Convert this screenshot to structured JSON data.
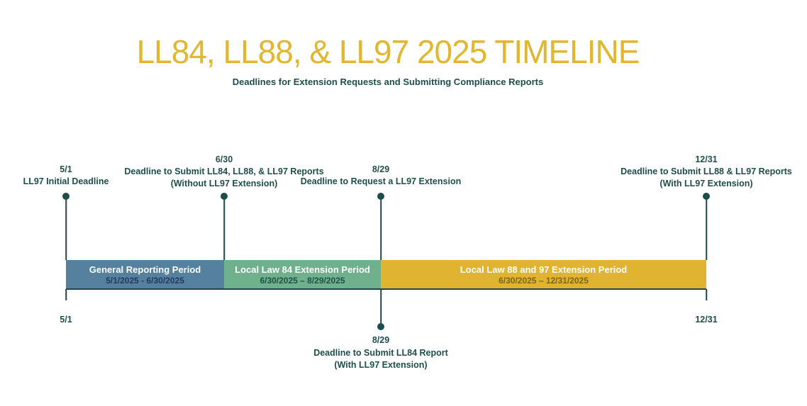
{
  "title": "LL84, LL88, & LL97 2025 TIMELINE",
  "subtitle": "Deadlines for Extension Requests and Submitting Compliance Reports",
  "colors": {
    "title_gold": "#E3B62F",
    "text_teal": "#1E4E4C",
    "line_color": "#22444F",
    "bar_blue": "#55819F",
    "bar_green": "#6FB08D",
    "bar_gold": "#E0B431",
    "bar1_dates": "#203A60",
    "bar2_dates": "#1F5147",
    "bar3_dates": "#7D6512"
  },
  "milestones_top": [
    {
      "date": "5/1",
      "lines": [
        "LL97 Initial Deadline"
      ]
    },
    {
      "date": "6/30",
      "lines": [
        "Deadline to Submit LL84, LL88, & LL97 Reports",
        "(Without LL97 Extension)"
      ]
    },
    {
      "date": "8/29",
      "lines": [
        "Deadline to Request a LL97 Extension"
      ]
    },
    {
      "date": "12/31",
      "lines": [
        "Deadline to Submit LL88 & LL97 Reports",
        "(With LL97 Extension)"
      ]
    }
  ],
  "periods": [
    {
      "name": "General Reporting Period",
      "range": "5/1/2025 - 6/30/2025"
    },
    {
      "name": "Local Law 84 Extension Period",
      "range": "6/30/2025 – 8/29/2025"
    },
    {
      "name": "Local Law 88 and 97 Extension Period",
      "range": "6/30/2025 – 12/31/2025"
    }
  ],
  "axis": {
    "start_label": "5/1",
    "end_label": "12/31"
  },
  "milestone_bottom": {
    "date": "8/29",
    "lines": [
      "Deadline to Submit LL84 Report",
      "(With LL97 Extension)"
    ]
  }
}
